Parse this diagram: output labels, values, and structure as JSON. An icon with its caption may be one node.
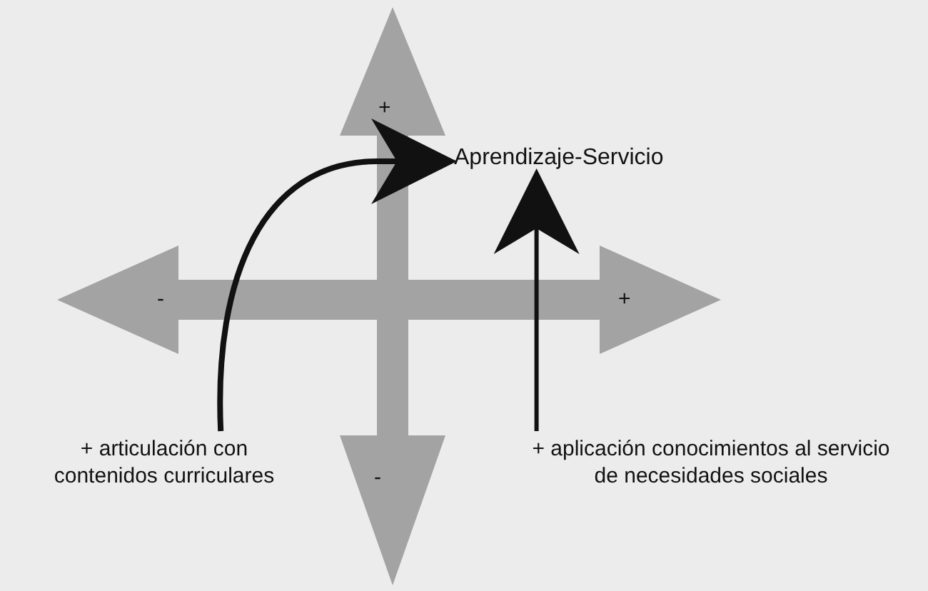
{
  "diagram": {
    "nodes": [
      {
        "text": [
          "Aprendizaje-Servicio"
        ]
      },
      {
        "text": [
          "+ articulación con contenidos curriculares"
        ]
      },
      {
        "text": [
          "+ aplicación conocimientos al servicio de necesidades sociales"
        ]
      }
    ],
    "edges": [
      {
        "from": 1,
        "to": 0,
        "arrow": "to"
      },
      {
        "from": 2,
        "to": 0,
        "arrow": "to"
      }
    ],
    "labels": [
      "+",
      "-",
      "+",
      "-"
    ]
  }
}
